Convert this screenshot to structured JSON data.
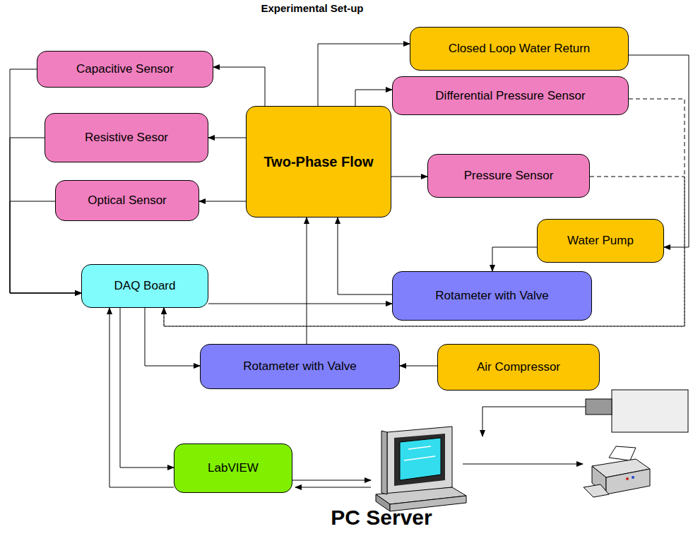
{
  "diagram": {
    "title": "Experimental Set-up",
    "nodes": [
      {
        "text": [
          "Capacitive Sensor"
        ]
      },
      {
        "text": [
          "Closed Loop Water Return"
        ]
      },
      {
        "text": [
          "Differential Pressure Sensor"
        ]
      },
      {
        "text": [
          "Resistive Sesor"
        ]
      },
      {
        "text": [
          "Two-Phase Flow"
        ]
      },
      {
        "text": [
          "Pressure Sensor"
        ]
      },
      {
        "text": [
          "Optical Sensor"
        ]
      },
      {
        "text": [
          "Water Pump"
        ]
      },
      {
        "text": [
          "DAQ Board"
        ]
      },
      {
        "text": [
          "Rotameter with Valve"
        ]
      },
      {
        "text": [
          "Rotameter with Valve"
        ]
      },
      {
        "text": [
          "Air Compressor"
        ]
      },
      {
        "text": [
          "LabVIEW"
        ]
      }
    ],
    "edges": [
      {
        "from": 4,
        "to": 0,
        "arrow": "to"
      },
      {
        "from": 4,
        "to": 3,
        "arrow": "to"
      },
      {
        "from": 4,
        "to": 6,
        "arrow": "to"
      },
      {
        "from": 4,
        "to": 1,
        "arrow": "to"
      },
      {
        "from": 4,
        "to": 2,
        "arrow": "to"
      },
      {
        "from": 4,
        "to": 5,
        "arrow": "to"
      },
      {
        "from": 0,
        "to": 8,
        "arrow": "to"
      },
      {
        "from": 3,
        "to": 8,
        "arrow": "to"
      },
      {
        "from": 6,
        "to": 8,
        "arrow": "to"
      },
      {
        "from": 1,
        "to": 7,
        "arrow": "to"
      },
      {
        "from": 2,
        "to": 8,
        "arrow": "to"
      },
      {
        "from": 5,
        "to": 8,
        "arrow": "to"
      },
      {
        "from": 7,
        "to": 9,
        "arrow": "to"
      },
      {
        "from": 9,
        "to": 4,
        "arrow": "to"
      },
      {
        "from": 8,
        "to": 9,
        "arrow": "to"
      },
      {
        "from": 8,
        "to": 10,
        "arrow": "to"
      },
      {
        "from": 11,
        "to": 10,
        "arrow": "to"
      },
      {
        "from": 10,
        "to": 4,
        "arrow": "to"
      },
      {
        "from": 12,
        "to": 8,
        "arrow": "to"
      },
      {
        "from": 8,
        "to": 12,
        "arrow": "to"
      }
    ],
    "labels": [
      "PC Server"
    ]
  }
}
